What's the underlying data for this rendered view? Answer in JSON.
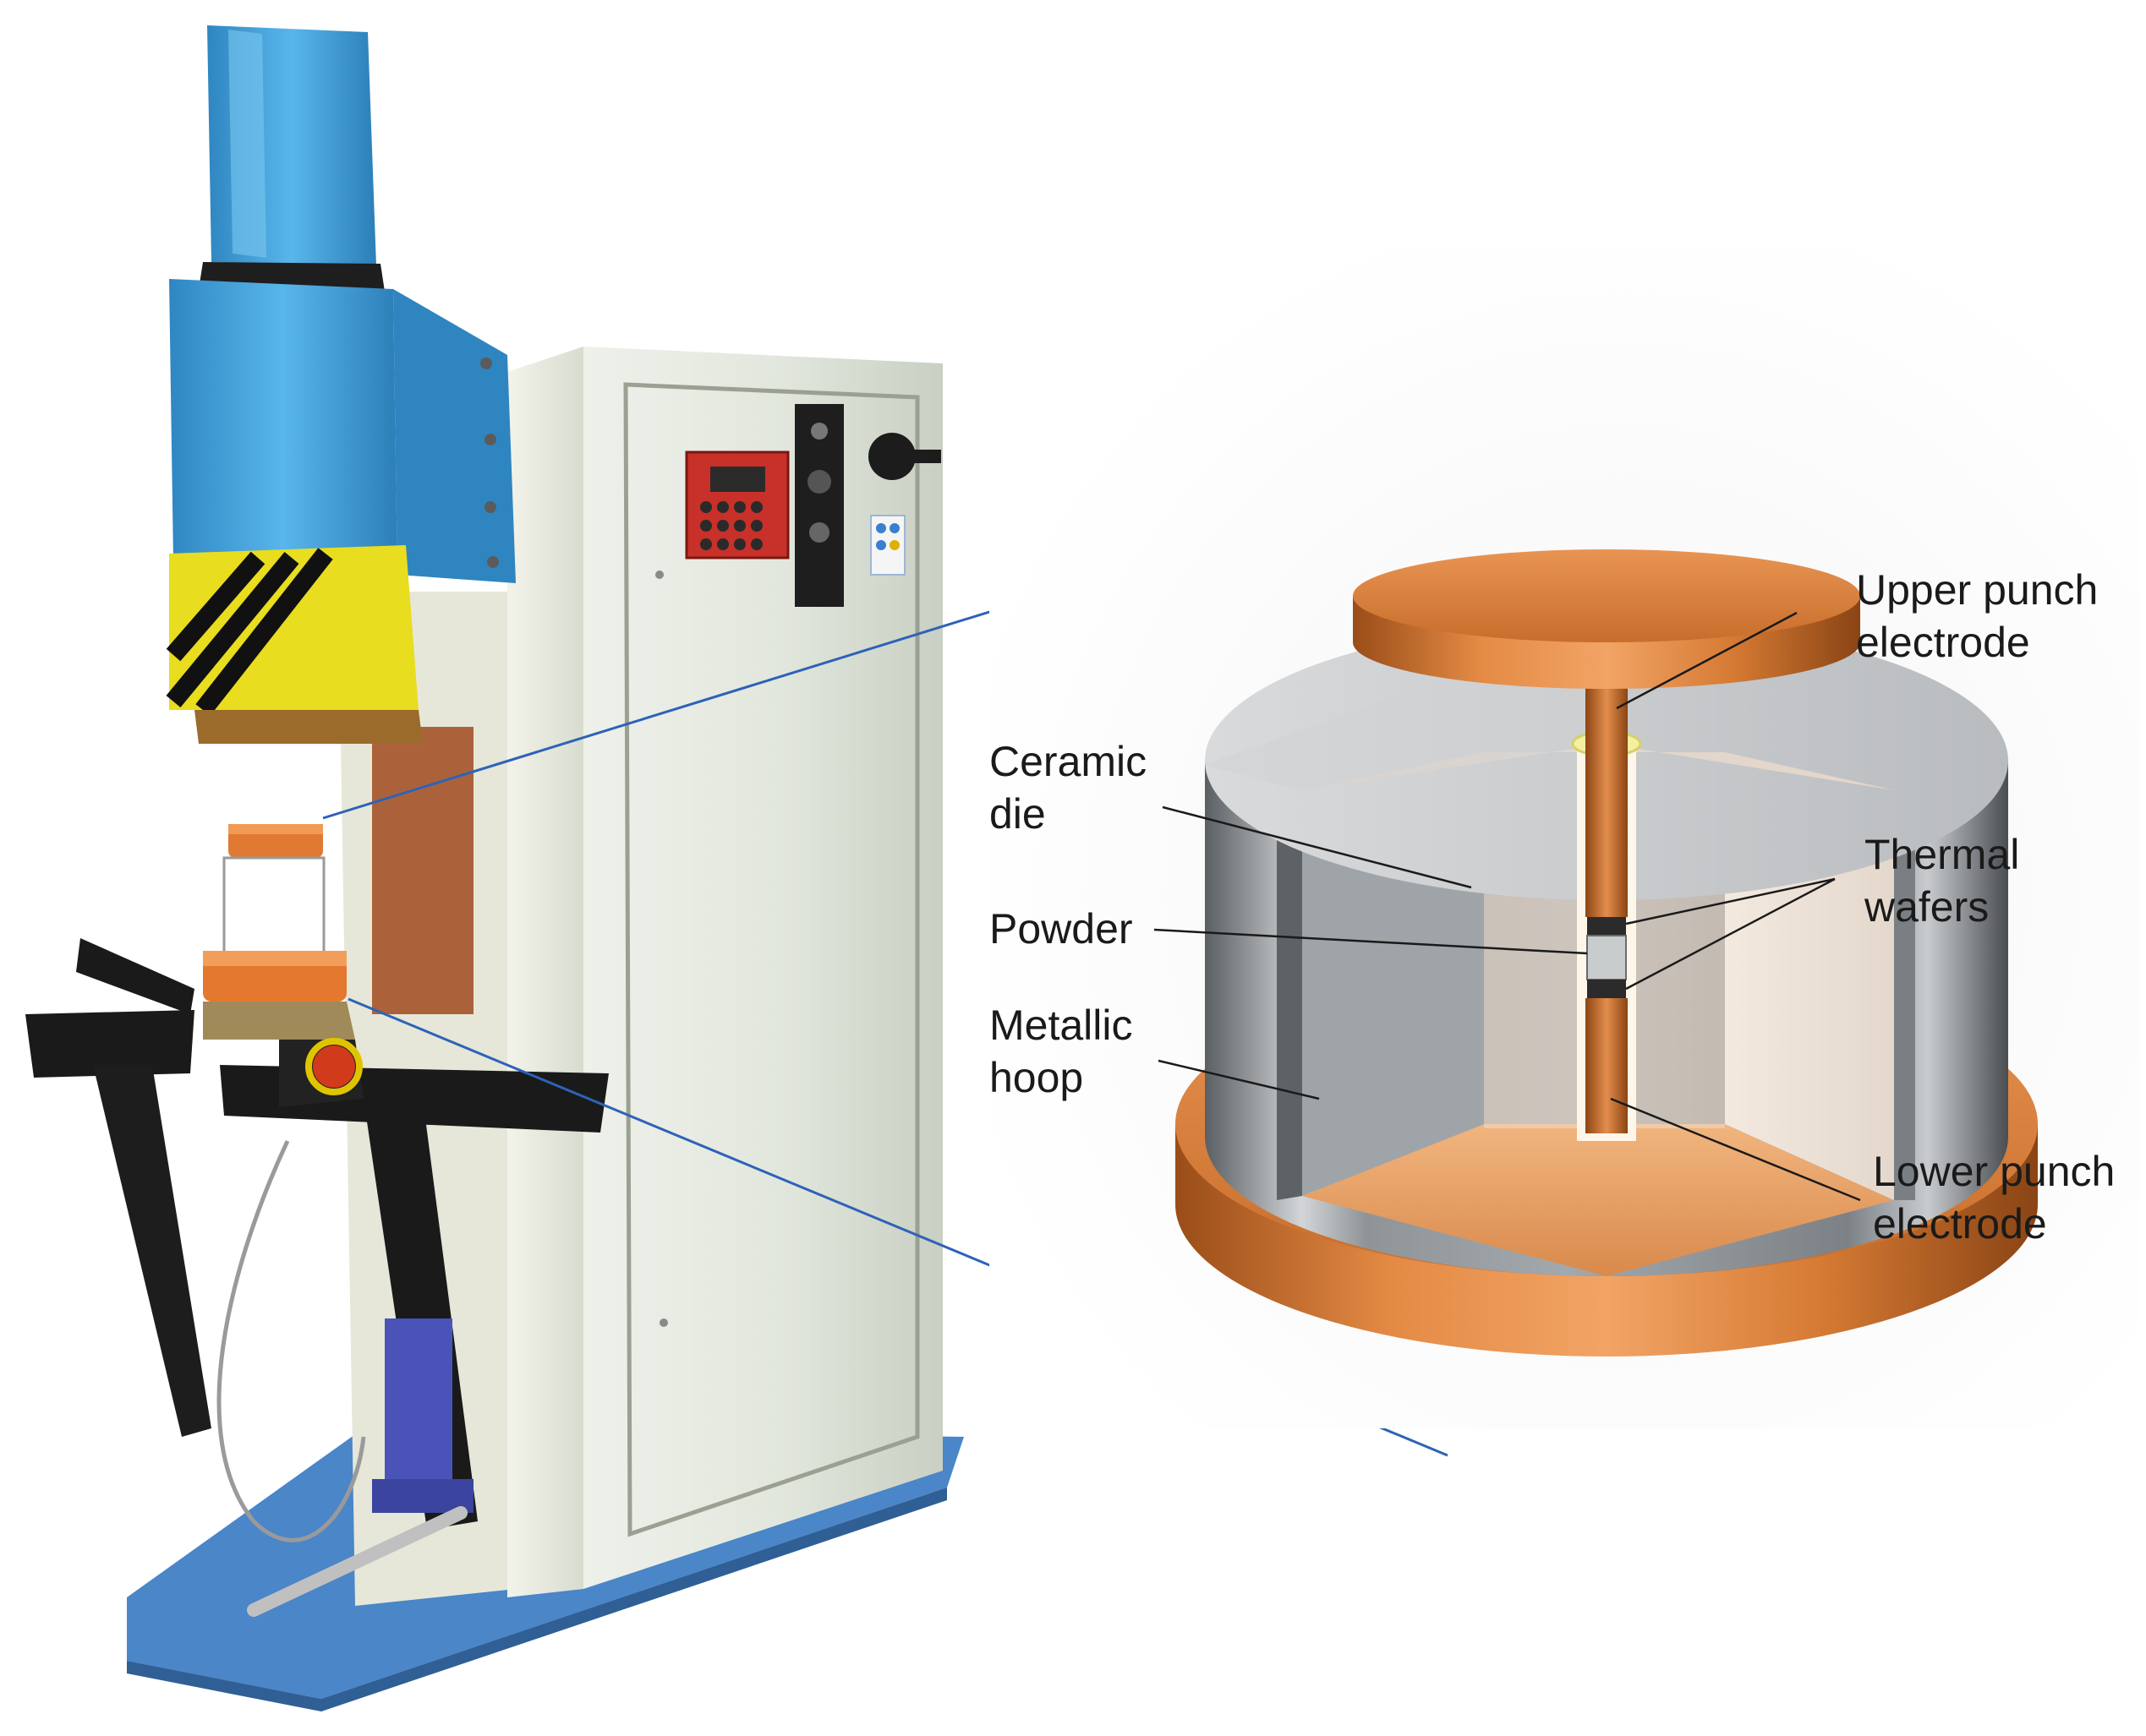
{
  "labels": {
    "ceramic_die": [
      "Ceramic",
      "die"
    ],
    "powder": [
      "Powder"
    ],
    "metallic_hoop": [
      "Metallic",
      "hoop"
    ],
    "upper_punch": [
      "Upper punch",
      "electrode"
    ],
    "thermal_wafers": [
      "Thermal",
      "wafers"
    ],
    "lower_punch": [
      "Lower punch",
      "electrode"
    ]
  },
  "colors": {
    "machine_blue": "#3aa0d9",
    "cabinet": "#dfe4d8",
    "copper": "#d0762e",
    "hazard_yellow": "#e8dd1e",
    "control_panel_red": "#c8302a",
    "base_plate": "#4a86c8",
    "callout_line": "#2e62b8",
    "steel": "#a9adb1"
  }
}
